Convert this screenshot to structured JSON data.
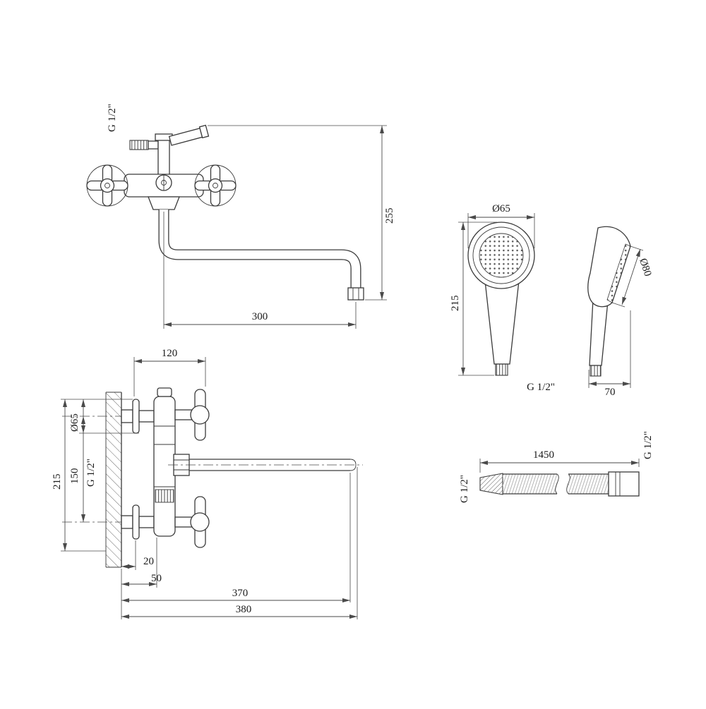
{
  "drawing": {
    "front_view": {
      "top_thread": "G 1/2\"",
      "overall_height": "255",
      "spout_reach": "300"
    },
    "handshower_front": {
      "head_diameter": "Ø65",
      "length": "215",
      "thread": "G 1/2\""
    },
    "handshower_side": {
      "head_diameter": "Ø80",
      "depth": "70"
    },
    "side_view": {
      "handle_depth": "120",
      "escutcheon_diameter": "Ø65",
      "centers_distance": "150",
      "overall_height": "215",
      "wall_thread": "G 1/2\"",
      "offset_20": "20",
      "offset_50": "50",
      "spout_length": "370",
      "overall_depth": "380"
    },
    "hose": {
      "length": "1450",
      "thread_left": "G 1/2\"",
      "thread_right": "G 1/2\""
    }
  }
}
